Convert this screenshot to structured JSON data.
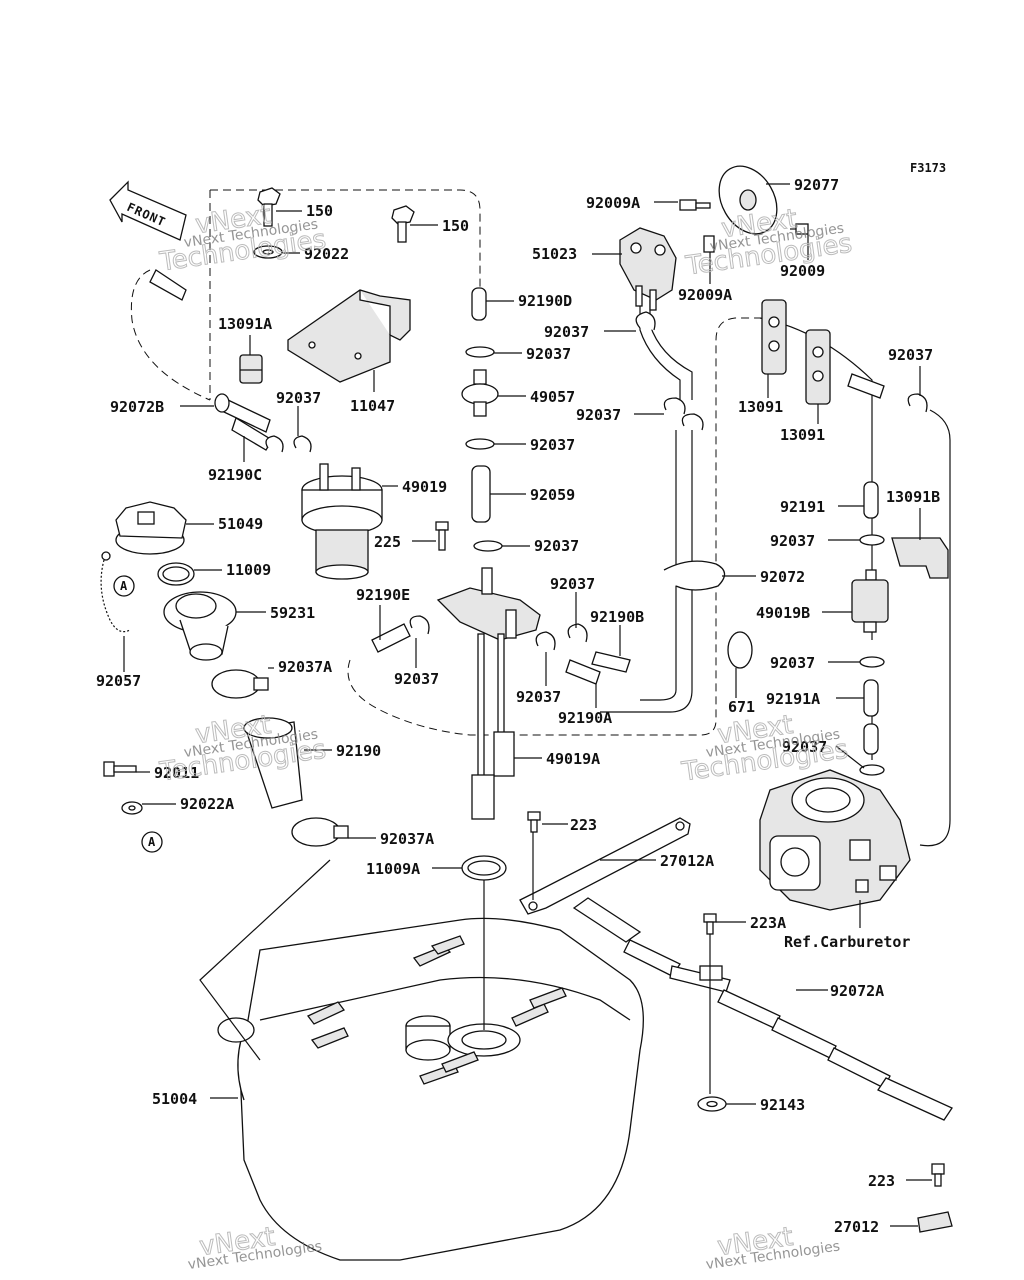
{
  "figure_code": "F3173",
  "front_label": "FRONT",
  "watermark": {
    "line1": "vNext",
    "line2": "Technologies",
    "combined": "vNext Technologies"
  },
  "ref_note": "Ref.Carburetor",
  "circle_marker": "A",
  "part_labels": {
    "p150a": "150",
    "p150b": "150",
    "p92022": "92022",
    "p92190D": "92190D",
    "p13091A": "13091A",
    "p92037_top": "92037",
    "p49057": "49057",
    "p11047": "11047",
    "p92072B": "92072B",
    "p92037_left": "92037",
    "p92190C": "92190C",
    "p49019": "49019",
    "p92037_mid": "92037",
    "p92059": "92059",
    "p225": "225",
    "p92037_lower": "92037",
    "p51049": "51049",
    "p11009": "11009",
    "p59231": "59231",
    "p92057": "92057",
    "p92037A_1": "92037A",
    "p92190E": "92190E",
    "p92037_e": "92037",
    "p92037_f": "92037",
    "p92190B": "92190B",
    "p92037_g": "92037",
    "p92190A": "92190A",
    "p49019A": "49019A",
    "p92190": "92190",
    "p92011": "92011",
    "p92022A": "92022A",
    "p92037A_2": "92037A",
    "p11009A": "11009A",
    "p223_mid": "223",
    "p27012A": "27012A",
    "p51004": "51004",
    "p92009A_1": "92009A",
    "p92077": "92077",
    "p51023": "51023",
    "p92009": "92009",
    "p92009A_2": "92009A",
    "p92037_r1": "92037",
    "p13091_a": "13091",
    "p13091_b": "13091",
    "p92037_r2": "92037",
    "p92072": "92072",
    "p92191": "92191",
    "p13091B": "13091B",
    "p92037_r3": "92037",
    "p49019B": "49019B",
    "p92037_r4": "92037",
    "p671": "671",
    "p92191A": "92191A",
    "p92037_r5": "92037",
    "p223A": "223A",
    "p92072A": "92072A",
    "p92143": "92143",
    "p223_bot": "223",
    "p27012": "27012"
  }
}
